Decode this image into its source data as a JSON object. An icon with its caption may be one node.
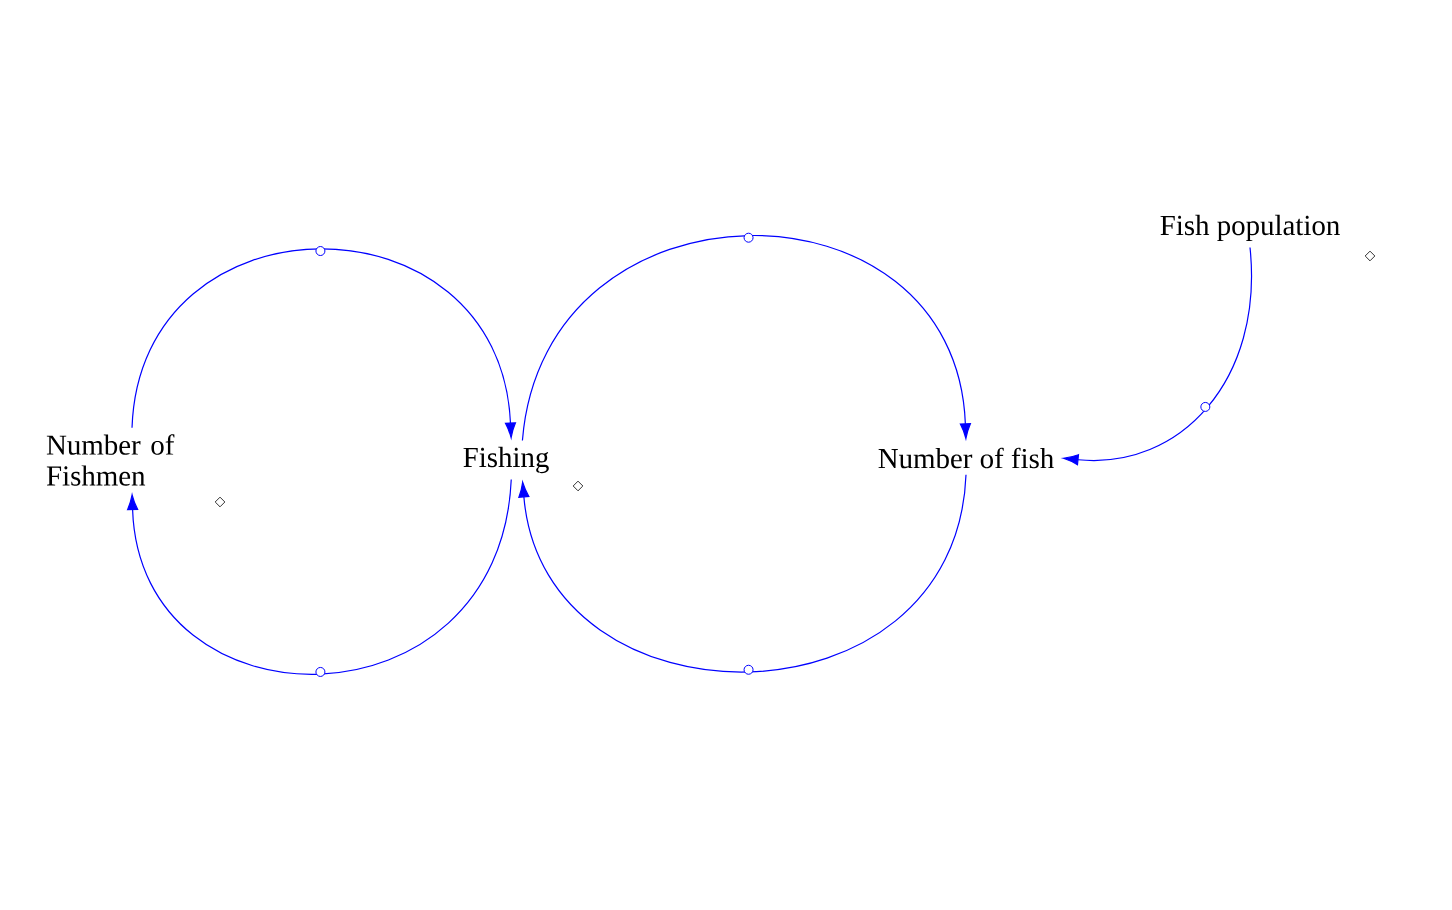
{
  "diagram": {
    "nodes": [
      {
        "text": [
          "Number of Fishmen"
        ]
      },
      {
        "text": [
          "Fishing"
        ]
      },
      {
        "text": [
          "Number of fish"
        ]
      },
      {
        "text": [
          "Fish population"
        ]
      }
    ],
    "edges": [
      {
        "from": 0,
        "to": 1,
        "arrow": "to"
      },
      {
        "from": 1,
        "to": 2,
        "arrow": "to"
      },
      {
        "from": 2,
        "to": 1,
        "arrow": "to"
      },
      {
        "from": 1,
        "to": 0,
        "arrow": "to"
      },
      {
        "from": 3,
        "to": 2,
        "arrow": "to"
      }
    ]
  }
}
